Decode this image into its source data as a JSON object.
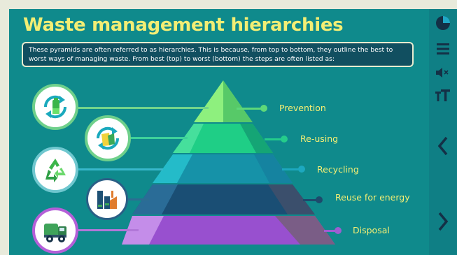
{
  "slide": {
    "title": "Waste management hierarchies",
    "intro": "These pyramids are often referred to as hierarchies. This is because, from top to bottom, they outline the best to worst ways of managing waste. From best (top) to worst (bottom) the steps are often listed as:"
  },
  "hierarchy": [
    {
      "label": "Prevention",
      "icon": "battery-recycle-icon",
      "color": "#6fe07a"
    },
    {
      "label": "Re-using",
      "icon": "reuse-boxes-icon",
      "color": "#2ecf8a"
    },
    {
      "label": "Recycling",
      "icon": "recycle-symbol-icon",
      "color": "#1fb3c4"
    },
    {
      "label": "Reuse for energy",
      "icon": "factory-icon",
      "color": "#2a5f86"
    },
    {
      "label": "Disposal",
      "icon": "garbage-truck-icon",
      "color": "#b45fd8"
    }
  ],
  "colors": {
    "background": "#0f8a8c",
    "title": "#f3ee74",
    "label": "#f3ee74",
    "sidebar": "#0f7f85",
    "icon_dark": "#143046"
  },
  "sidebar": {
    "buttons": [
      "progress-icon",
      "menu-icon",
      "mute-icon",
      "text-size-icon",
      "previous-arrow-icon",
      "next-arrow-icon"
    ]
  }
}
